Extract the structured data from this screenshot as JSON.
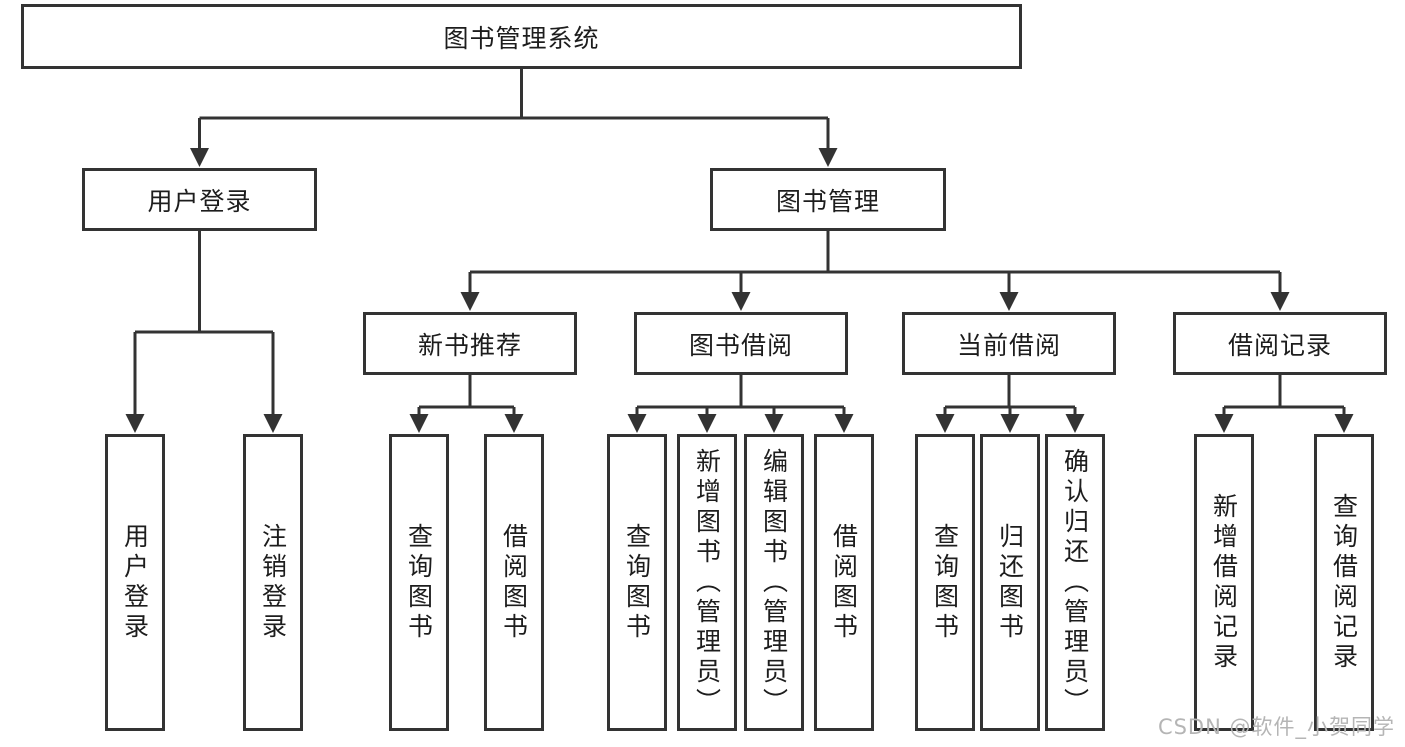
{
  "tree": {
    "root": "图书管理系统",
    "level2": [
      {
        "label": "用户登录",
        "leaves": [
          "用户登录",
          "注销登录"
        ]
      },
      {
        "label": "图书管理",
        "groups": [
          {
            "label": "新书推荐",
            "leaves": [
              "查询图书",
              "借阅图书"
            ]
          },
          {
            "label": "图书借阅",
            "leaves": [
              "查询图书",
              "新增图书（管理员）",
              "编辑图书（管理员）",
              "借阅图书"
            ]
          },
          {
            "label": "当前借阅",
            "leaves": [
              "查询图书",
              "归还图书",
              "确认归还（管理员）"
            ]
          },
          {
            "label": "借阅记录",
            "leaves": [
              "新增借阅记录",
              "查询借阅记录"
            ]
          }
        ]
      }
    ]
  },
  "watermark": {
    "text": "CSDN @软件_小贺同学"
  },
  "colors": {
    "line": "#333333",
    "box_border": "#333333",
    "box_background": "#ffffff",
    "text": "#1d1d1d",
    "watermark": "#b5b5b5",
    "background": "#ffffff"
  }
}
